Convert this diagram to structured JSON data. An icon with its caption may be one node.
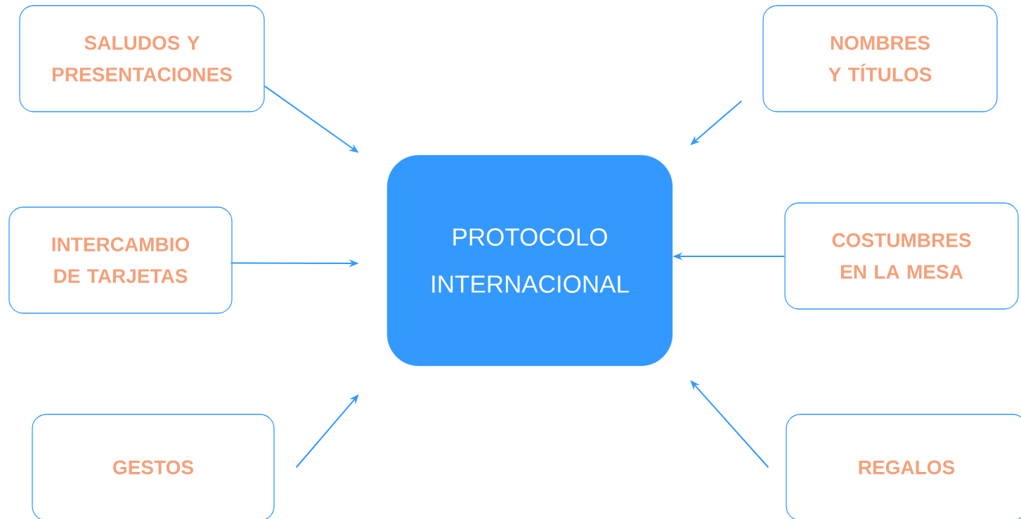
{
  "diagram": {
    "nodes": [
      {
        "text": [
          "PROTOCOLO INTERNACIONAL"
        ]
      },
      {
        "text": [
          "SALUDOS Y PRESENTACIONES"
        ]
      },
      {
        "text": [
          "NOMBRES Y TÍTULOS"
        ]
      },
      {
        "text": [
          "INTERCAMBIO DE TARJETAS"
        ]
      },
      {
        "text": [
          "COSTUMBRES EN LA MESA"
        ]
      },
      {
        "text": [
          "GESTOS"
        ]
      },
      {
        "text": [
          "REGALOS"
        ]
      }
    ],
    "edges": [
      {
        "from": 1,
        "to": 0,
        "arrow": "to"
      },
      {
        "from": 2,
        "to": 0,
        "arrow": "to"
      },
      {
        "from": 3,
        "to": 0,
        "arrow": "to"
      },
      {
        "from": 4,
        "to": 0,
        "arrow": "to"
      },
      {
        "from": 5,
        "to": 0,
        "arrow": "to"
      },
      {
        "from": 6,
        "to": 0,
        "arrow": "to"
      }
    ]
  }
}
